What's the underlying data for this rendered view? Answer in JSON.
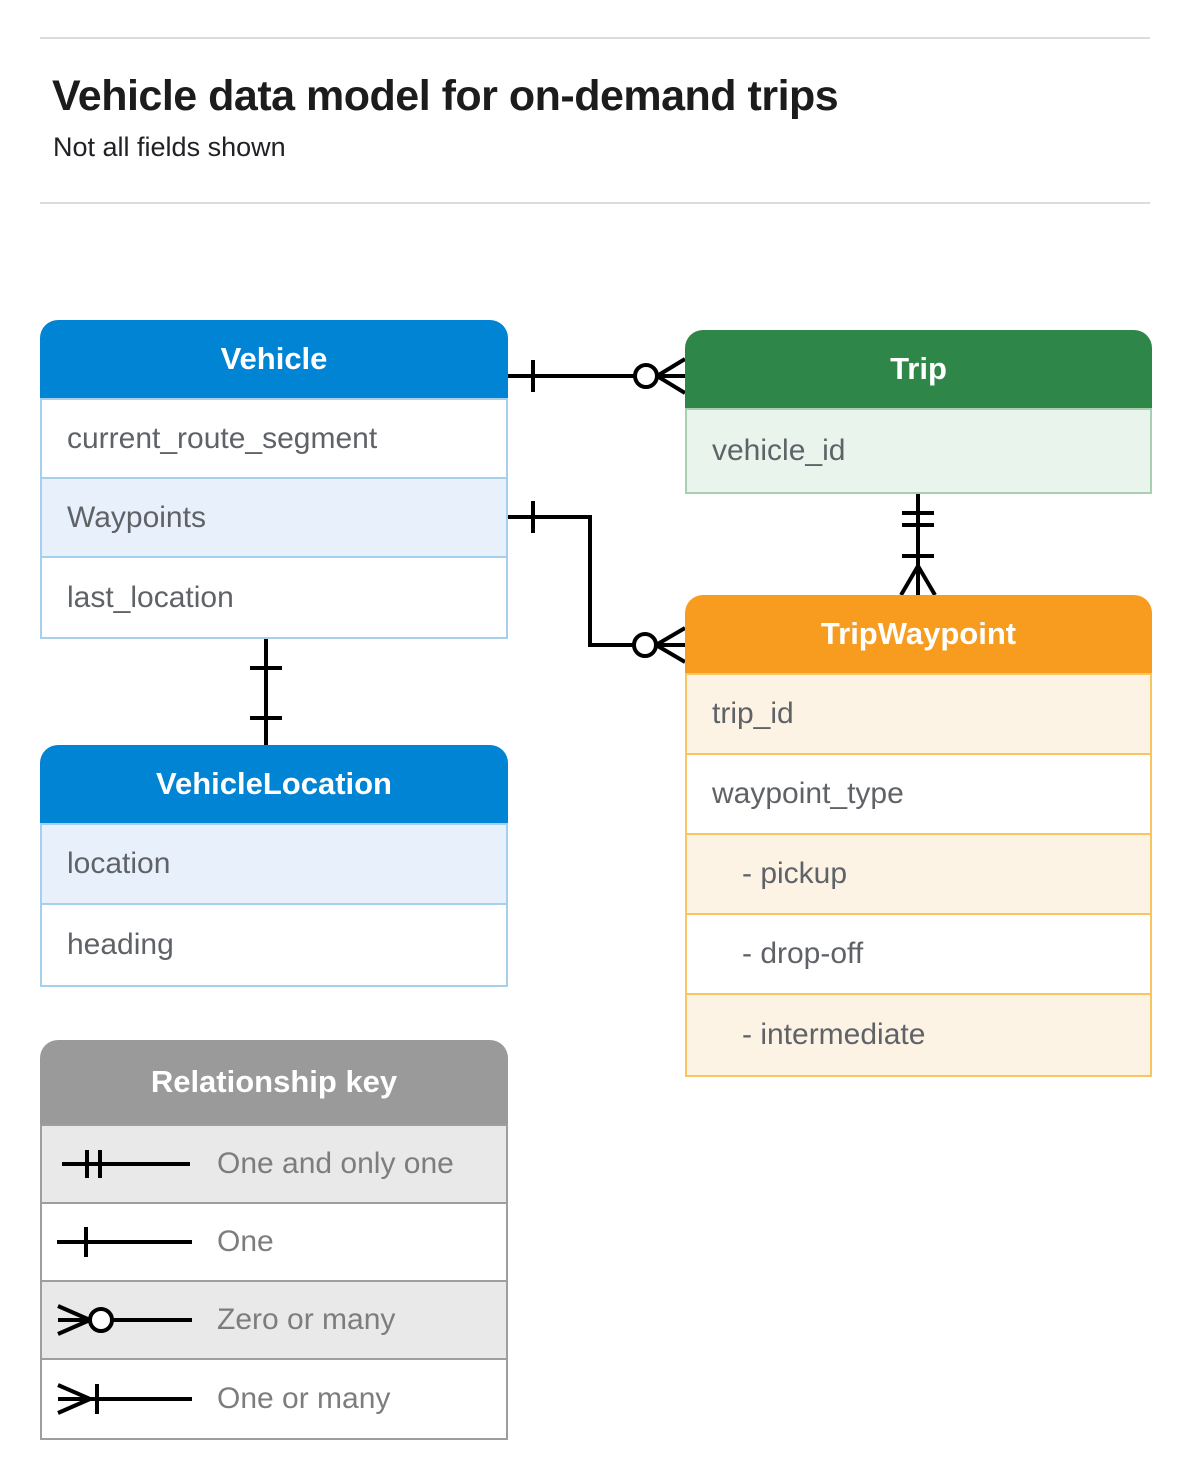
{
  "page": {
    "title": "Vehicle data model for on-demand trips",
    "subtitle": "Not all fields shown"
  },
  "colors": {
    "blue_header": "#0284d4",
    "blue_row": "#e8f1fb",
    "blue_border": "#a6cfec",
    "green_header": "#2e8649",
    "green_row": "#e9f4ec",
    "green_border": "#a8cfb0",
    "orange_header": "#f89c20",
    "orange_row": "#fdf3e4",
    "orange_border": "#f8c561",
    "gray_header": "#9a9a9a",
    "gray_row": "#e9e9e9",
    "gray_border": "#9e9e9e",
    "connector": "#000000",
    "field_text": "#5f6368",
    "legend_text": "#7d7d7d"
  },
  "entities": [
    {
      "title": "Vehicle",
      "theme": "blue",
      "fields": [
        {
          "label": "current_route_segment"
        },
        {
          "label": "Waypoints"
        },
        {
          "label": "last_location"
        }
      ]
    },
    {
      "title": "Trip",
      "theme": "green",
      "fields": [
        {
          "label": "vehicle_id"
        }
      ]
    },
    {
      "title": "TripWaypoint",
      "theme": "orange",
      "fields": [
        {
          "label": "trip_id"
        },
        {
          "label": "waypoint_type"
        },
        {
          "label": "- pickup"
        },
        {
          "label": "- drop-off"
        },
        {
          "label": "- intermediate"
        }
      ]
    },
    {
      "title": "VehicleLocation",
      "theme": "blue",
      "fields": [
        {
          "label": "location"
        },
        {
          "label": "heading"
        }
      ]
    }
  ],
  "legend": {
    "title": "Relationship key",
    "items": [
      {
        "symbol": "one-and-only-one",
        "label": "One and only one"
      },
      {
        "symbol": "one",
        "label": "One"
      },
      {
        "symbol": "zero-or-many",
        "label": "Zero or many"
      },
      {
        "symbol": "one-or-many",
        "label": "One or many"
      }
    ]
  },
  "relationships": [
    {
      "from": "Vehicle",
      "to": "Trip",
      "from_end": "one",
      "to_end": "zero-or-many"
    },
    {
      "from": "Vehicle.Waypoints",
      "to": "TripWaypoint",
      "from_end": "one",
      "to_end": "zero-or-many"
    },
    {
      "from": "Trip",
      "to": "TripWaypoint",
      "from_end": "one-and-only-one",
      "to_end": "one-or-many"
    },
    {
      "from": "Vehicle",
      "to": "VehicleLocation",
      "from_end": "one",
      "to_end": "one"
    }
  ]
}
